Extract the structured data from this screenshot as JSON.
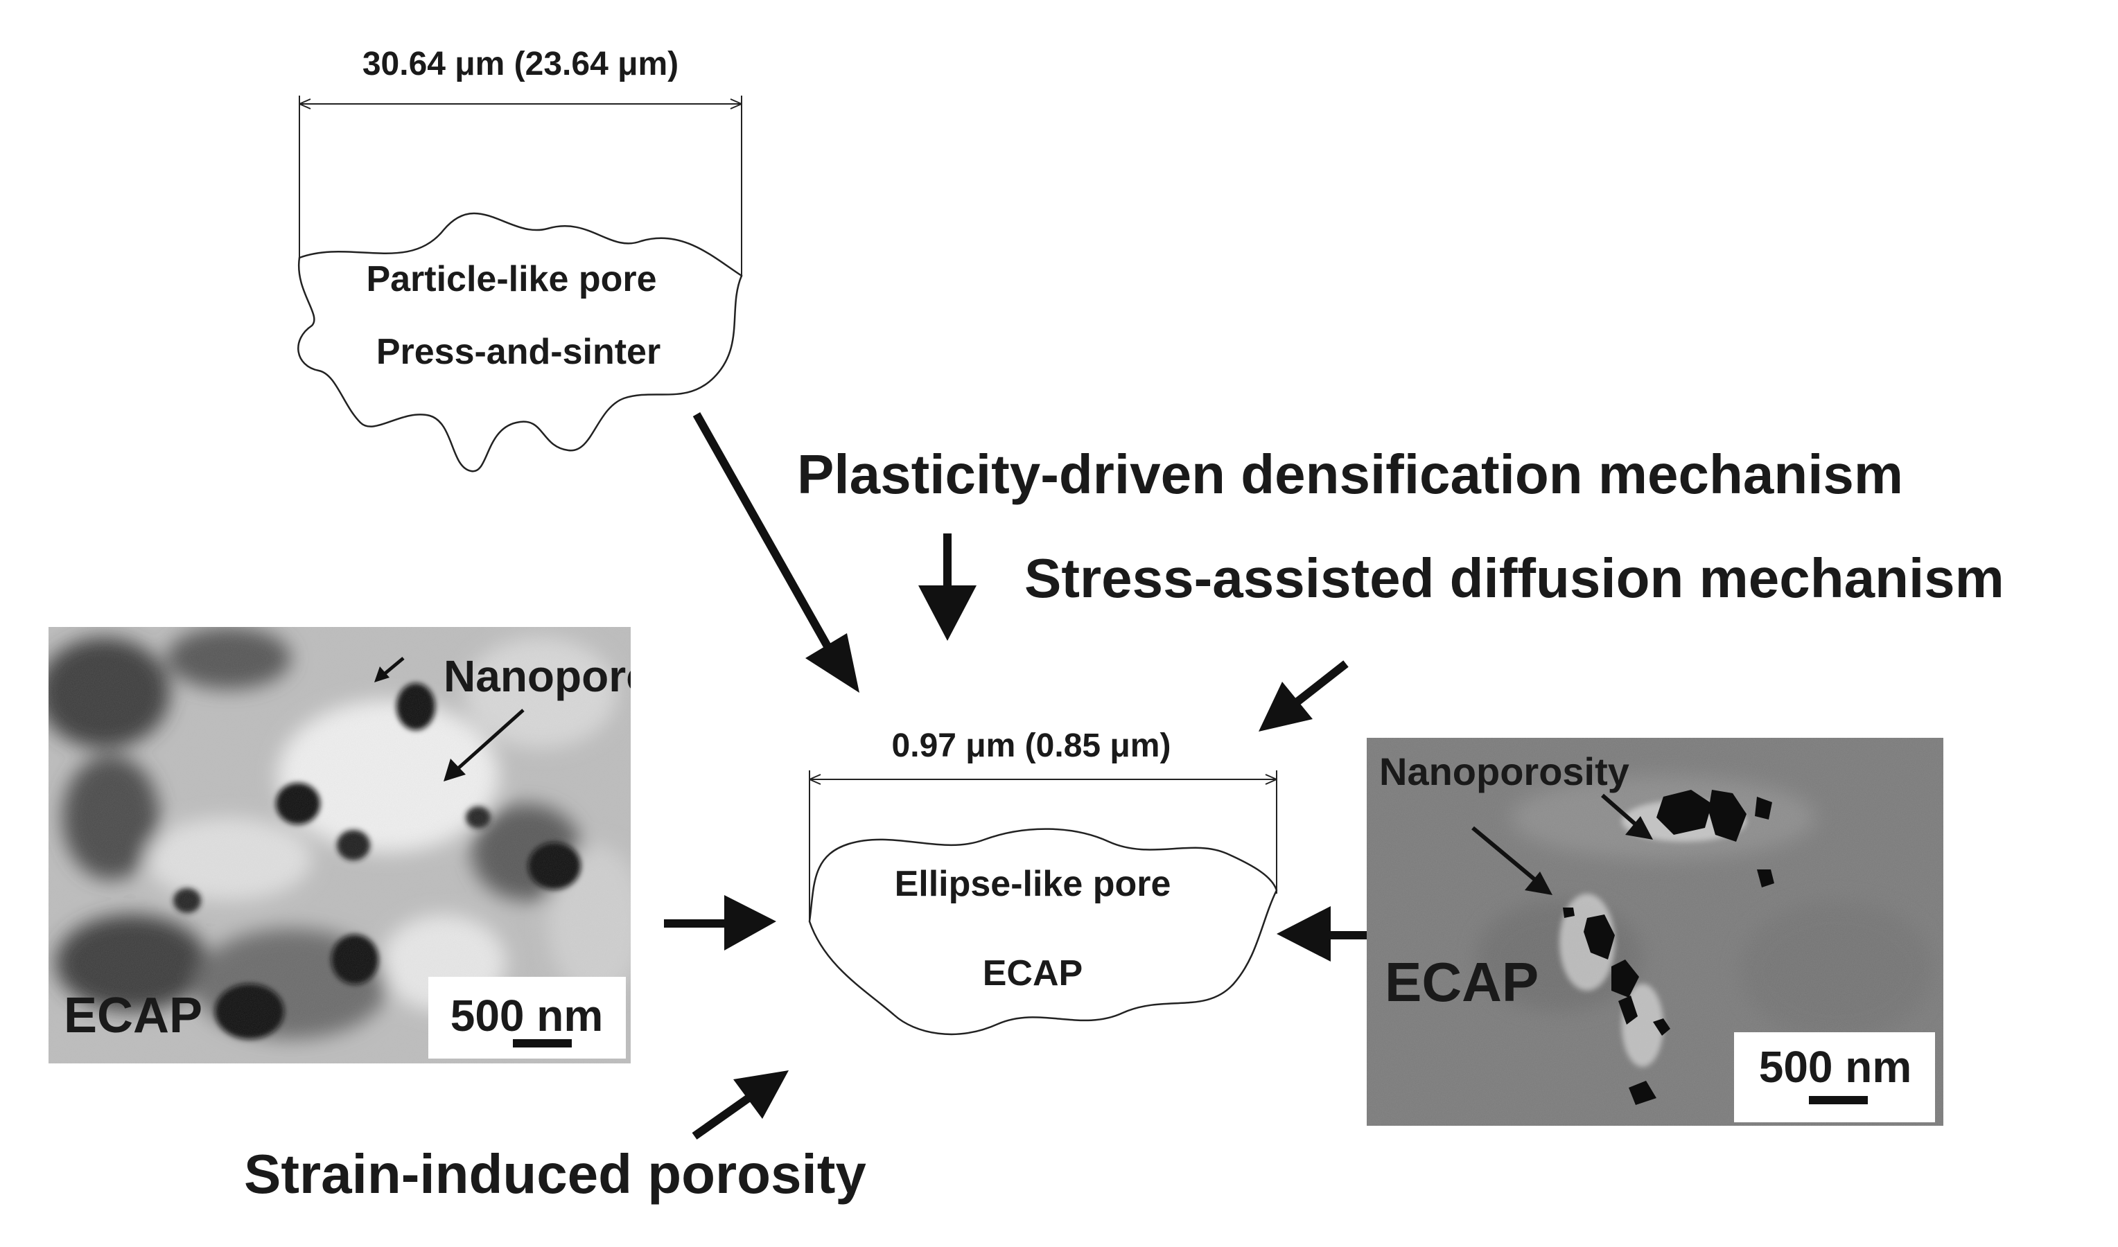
{
  "particle_pore": {
    "dimension": "30.64 μm (23.64 μm)",
    "line1": "Particle-like pore",
    "line2": "Press-and-sinter"
  },
  "ellipse_pore": {
    "dimension": "0.97 μm (0.85 μm)",
    "line1": "Ellipse-like pore",
    "line2": "ECAP"
  },
  "mechanisms": {
    "plasticity": "Plasticity-driven densification mechanism",
    "diffusion": "Stress-assisted diffusion mechanism",
    "strain": "Strain-induced porosity"
  },
  "left_micrograph": {
    "annotation": "Nanoporosity",
    "process_label": "ECAP",
    "scale_bar": "500 nm"
  },
  "right_micrograph": {
    "annotation": "Nanoporosity",
    "process_label": "ECAP",
    "scale_bar": "500 nm"
  }
}
